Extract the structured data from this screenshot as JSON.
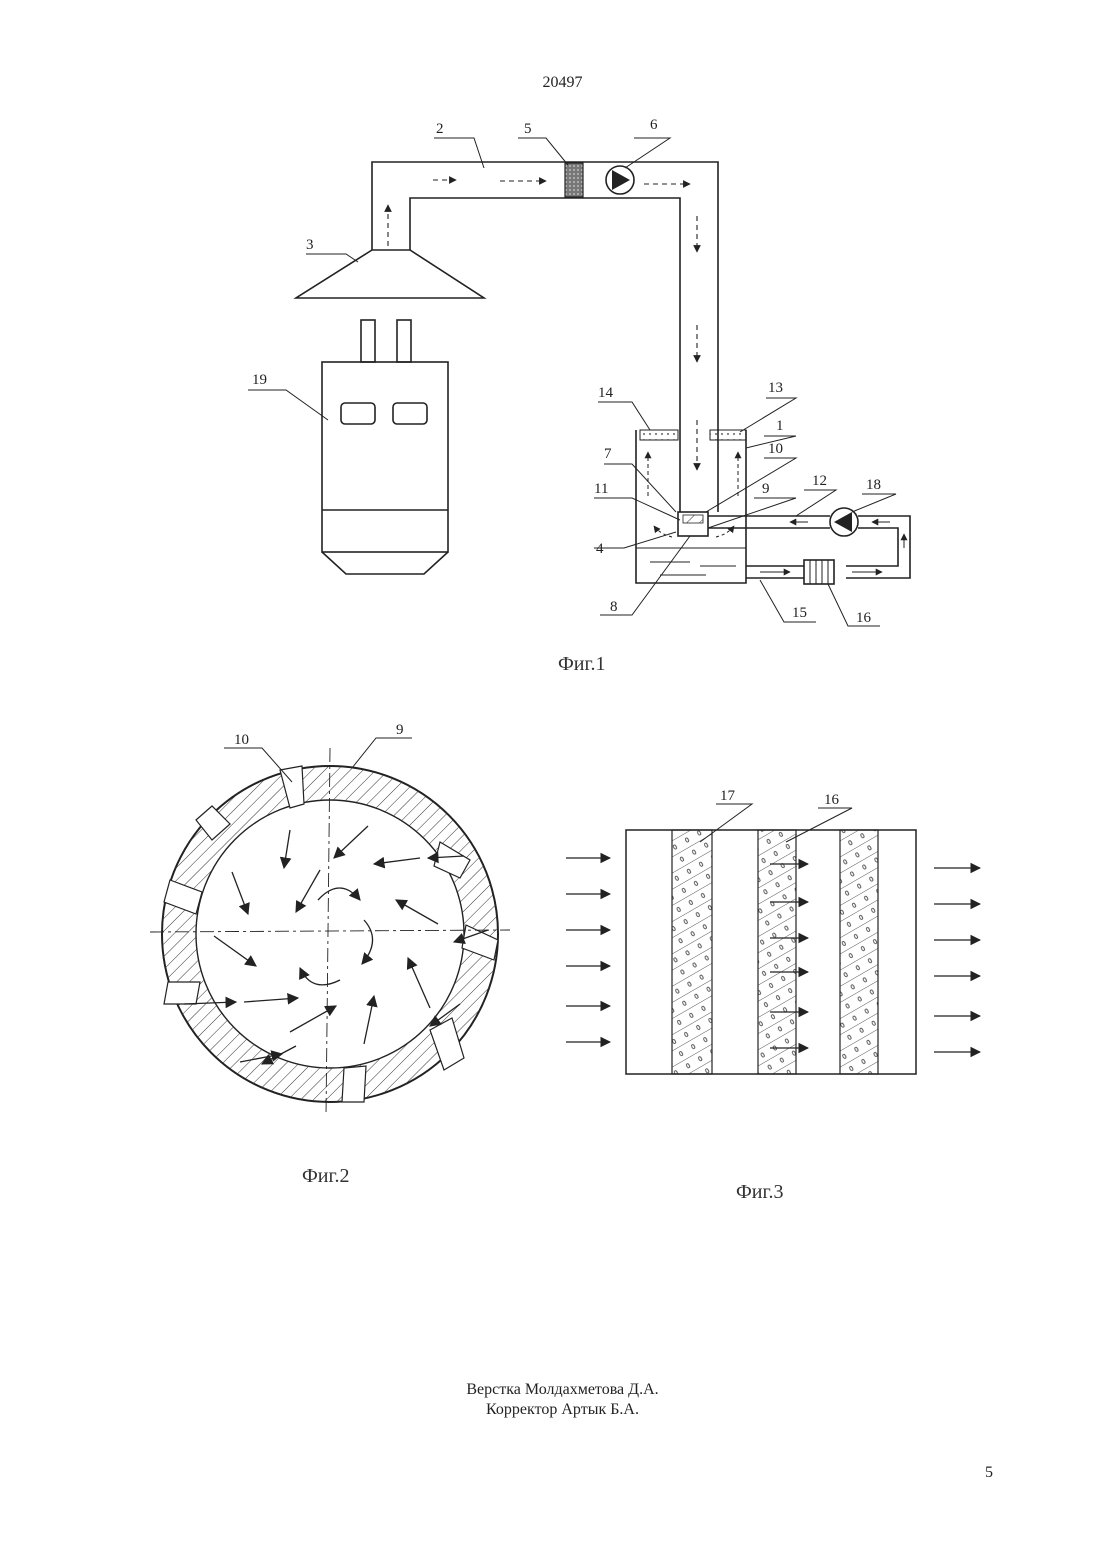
{
  "header": {
    "doc_number": "20497"
  },
  "figures": {
    "fig1": {
      "caption": "Фиг.1",
      "labels": [
        {
          "id": "l2",
          "text": "2"
        },
        {
          "id": "l5",
          "text": "5"
        },
        {
          "id": "l6",
          "text": "6"
        },
        {
          "id": "l3",
          "text": "3"
        },
        {
          "id": "l19",
          "text": "19"
        },
        {
          "id": "l14",
          "text": "14"
        },
        {
          "id": "l13",
          "text": "13"
        },
        {
          "id": "l1",
          "text": "1"
        },
        {
          "id": "l7",
          "text": "7"
        },
        {
          "id": "l10",
          "text": "10"
        },
        {
          "id": "l11",
          "text": "11"
        },
        {
          "id": "l9",
          "text": "9"
        },
        {
          "id": "l12",
          "text": "12"
        },
        {
          "id": "l18",
          "text": "18"
        },
        {
          "id": "l4",
          "text": "4"
        },
        {
          "id": "l8",
          "text": "8"
        },
        {
          "id": "l15",
          "text": "15"
        },
        {
          "id": "l16",
          "text": "16"
        }
      ]
    },
    "fig2": {
      "caption": "Фиг.2",
      "labels": [
        {
          "id": "l10",
          "text": "10"
        },
        {
          "id": "l9",
          "text": "9"
        }
      ]
    },
    "fig3": {
      "caption": "Фиг.3",
      "labels": [
        {
          "id": "l17",
          "text": "17"
        },
        {
          "id": "l16",
          "text": "16"
        }
      ]
    }
  },
  "footer": {
    "layout_credit": "Верстка Молдахметова Д.А.",
    "proof_credit": "Корректор Артык Б.А.",
    "page_number": "5"
  }
}
